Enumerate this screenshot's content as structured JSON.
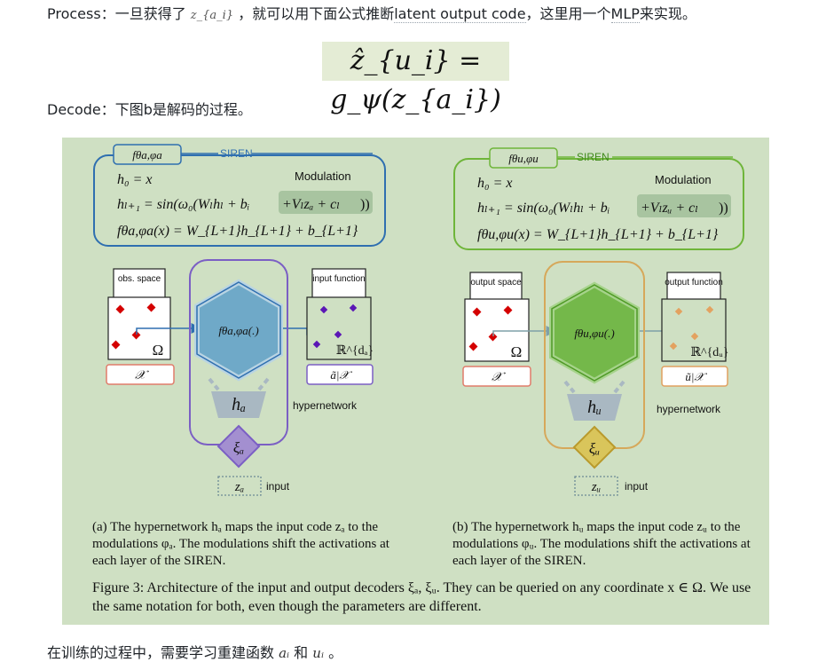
{
  "intro": {
    "process_prefix": "Process：一旦获得了",
    "process_var": "z_{a_i}",
    "process_mid": "，就可以用下面公式推断",
    "process_link": "latent output code",
    "process_suffix": "，这里用一个",
    "process_mlp": "MLP",
    "process_end": "来实现。",
    "equation": "ẑ_{u_i} = g_ψ(z_{a_i})",
    "decode_text": "Decode：下图b是解码的过程。"
  },
  "figure": {
    "left_panel": {
      "title_tag": "fθa,φa",
      "siren_label": "SIREN",
      "modulation_label": "Modulation",
      "eq1": "h₀ = x",
      "eq2_main": "hₗ₊₁ = sin(ω₀(Wₗhₗ + bᵢ",
      "eq2_mod": "+Vₗzₐ + cₗ",
      "eq2_close": "))",
      "eq3": "fθa,φa(x) = W_{L+1}h_{L+1} + b_{L+1}",
      "space_label": "obs. space",
      "space_symbol": "Ω",
      "x_label": "𝒳",
      "hex_label": "fθa,φa(.)",
      "h_label": "hₐ",
      "xi_label": "ξₐ",
      "z_label": "zₐ",
      "input_label": "input",
      "hypernetwork_label": "hypernetwork",
      "out_title": "input function",
      "out_symbol": "ℝ^{dₐ}",
      "out_label": "ã|𝒳"
    },
    "right_panel": {
      "title_tag": "fθu,φu",
      "siren_label": "SIREN",
      "modulation_label": "Modulation",
      "eq1": "h₀ = x",
      "eq2_main": "hₗ₊₁ = sin(ω₀(Wₗhₗ + bᵢ",
      "eq2_mod": "+Vₗzᵤ + cₗ",
      "eq2_close": "))",
      "eq3": "fθu,φu(x) = W_{L+1}h_{L+1} + b_{L+1}",
      "space_label": "output space",
      "space_symbol": "Ω",
      "x_label": "𝒳",
      "hex_label": "fθu,φu(.)",
      "h_label": "hᵤ",
      "xi_label": "ξᵤ",
      "z_label": "zᵤ",
      "input_label": "input",
      "hypernetwork_label": "hypernetwork",
      "out_title": "output function",
      "out_symbol": "ℝ^{dᵤ}",
      "out_label": "ũ|𝒳"
    },
    "caption_a": "(a) The hypernetwork hₐ maps the input code zₐ to the modulations φₐ. The modulations shift the activations at each layer of the SIREN.",
    "caption_b": "(b) The hypernetwork hᵤ maps the input code zᵤ to the modulations φᵤ. The modulations shift the activations at each layer of the SIREN.",
    "figure_caption": "Figure 3: Architecture of the input and output decoders ξₐ, ξᵤ. They can be queried on any coordinate x ∈ Ω. We use the same notation for both, even though the parameters are different."
  },
  "outro": {
    "text": "在训练的过程中，需要学习重建函数",
    "var_a": "aᵢ",
    "and": "和",
    "var_u": "uᵢ",
    "end": "。"
  },
  "colors": {
    "figure_bg": "#cfe0c3",
    "left_accent": "#2f6fb0",
    "right_accent": "#6fb53a",
    "left_hex": "#6fa9c8",
    "right_hex": "#74b84a",
    "hyper_left": "#7b5fc4",
    "hyper_right": "#d6a85a",
    "obs_points": "#d40000",
    "input_points": "#5b16b5",
    "output_points": "#e3a260"
  }
}
